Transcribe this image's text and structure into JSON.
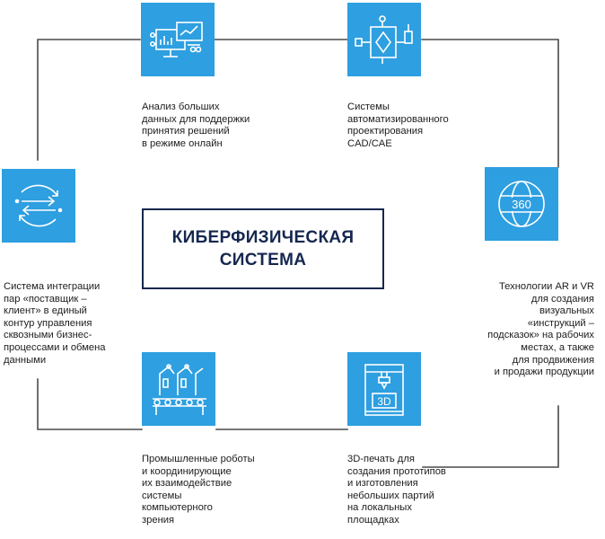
{
  "center": {
    "title": "КИБЕРФИЗИЧЕСКАЯ\nСИСТЕМА"
  },
  "colors": {
    "tile": "#2e9fe0",
    "frame": "#15274f",
    "connector": "#4a4a4a"
  },
  "nodes": [
    {
      "icon": "analytics-dashboard-icon",
      "caption": "Анализ  больших\nданных  для поддержки\nпринятия решений\nв режиме онлайн"
    },
    {
      "icon": "flowchart-icon",
      "caption": "Системы\nавтоматизированного\nпроектирования\nCAD/CAE"
    },
    {
      "icon": "vr-360-globe-icon",
      "caption": "Технологии AR и VR\nдля создания\nвизуальных\n«инструкций –\nподсказок» на рабочих\nместах, а также\nдля продвижения\nи продажи продукции"
    },
    {
      "icon": "3d-printer-icon",
      "caption": "3D-печать для\nсоздания прототипов\nи изготовления\nнебольших партий\nна локальных\nплощадках"
    },
    {
      "icon": "industrial-robots-icon",
      "caption": "Промышленные роботы\nи координирующие\nих взаимодействие\nсистемы\nкомпьютерного\nзрения"
    },
    {
      "icon": "integration-exchange-icon",
      "caption": "Система интеграции\nпар «поставщик –\nклиент» в единый\nконтур управления\nсквозными бизнес-\nпроцессами и обмена\nданными"
    }
  ]
}
